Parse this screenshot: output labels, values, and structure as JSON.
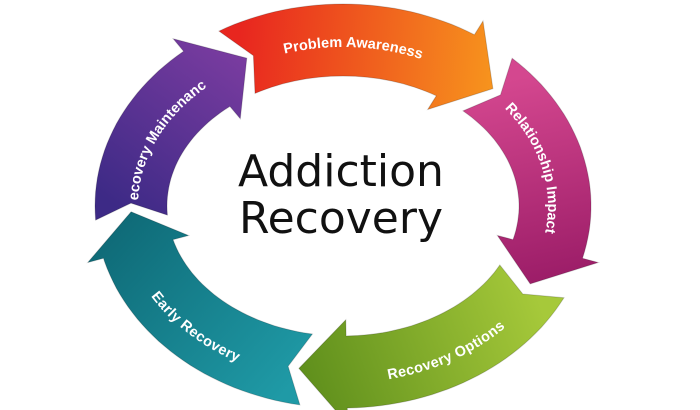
{
  "title_lines": [
    "Addiction",
    "Recovery"
  ],
  "segments": [
    {
      "id": "problem-awareness",
      "label": "Problem Awareness",
      "start": -120,
      "end": -45,
      "color_from": "#e8261f",
      "color_to": "#f7941d",
      "label_flip": false
    },
    {
      "id": "relationship-impact",
      "label": "Relationship Impact",
      "start": -47,
      "end": 28,
      "color_from": "#d4478f",
      "color_to": "#9c1d68",
      "label_flip": false
    },
    {
      "id": "recovery-options",
      "label": "Recovery Options",
      "start": 27,
      "end": 102,
      "color_from": "#a6c93a",
      "color_to": "#5f8f1c",
      "label_flip": true
    },
    {
      "id": "early-recovery",
      "label": "Early Recovery",
      "start": 100,
      "end": 178,
      "color_from": "#1f9aa6",
      "color_to": "#0f6b78",
      "label_flip": true
    },
    {
      "id": "recovery-maintenance",
      "label": "Recovery Maintenance",
      "start": 176,
      "end": 243,
      "color_from": "#3d2a86",
      "color_to": "#7a3ca0",
      "label_flip": false
    }
  ]
}
